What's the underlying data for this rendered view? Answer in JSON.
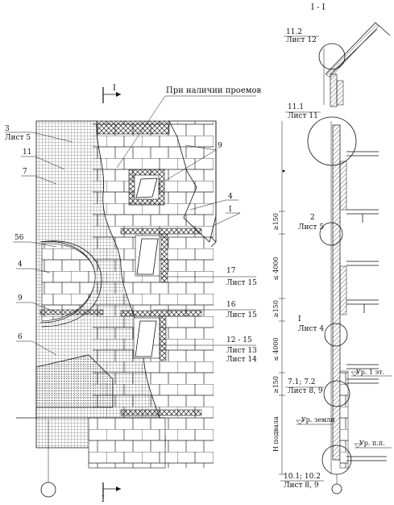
{
  "section_mark": "I - I",
  "cut_mark": "I",
  "openings_note": "При наличии проемов",
  "elevation_labels": {
    "l3": "3",
    "l3_sheet": "Лист 5",
    "l11": "11",
    "l7": "7",
    "l56": "56",
    "l4_left": "4",
    "l9_left": "9",
    "l6": "6",
    "l9_top": "9",
    "l4_mid": "4",
    "l1_right": "I",
    "l17": "17",
    "l17_sheet": "Лист 15",
    "l16": "16",
    "l16_sheet": "Лист 15",
    "l12_15": "12 - 15",
    "l12_sheet_a": "Лист 13",
    "l12_sheet_b": "Лист 14"
  },
  "section_labels": {
    "l11_2": "11.2",
    "l11_2_sheet": "Лист 12",
    "l11_1": "11.1",
    "l11_1_sheet": "Лист 11",
    "l2": "2",
    "l2_sheet": "Лист 5",
    "l1": "I",
    "l1_sheet": "Лист 4",
    "l7_1": "7.1; 7.2",
    "l7_1_sheet": "Лист 8, 9",
    "l10_1": "10.1; 10.2",
    "l10_1_sheet": "Лист 8, 9",
    "level_floor1": "Ур. 1 эт.",
    "level_ground": "Ур. земли",
    "level_basement": "Ур. п.п."
  },
  "dimensions": {
    "d150_a": "≥150",
    "d4000_a": "≤ 4000",
    "d150_b": "≥150",
    "d4000_b": "≤ 4000",
    "d150_c": "≥150",
    "h_basement": "Н подвала"
  },
  "icons": [
    "section-cut-arrow-icon",
    "axis-bubble-icon"
  ]
}
